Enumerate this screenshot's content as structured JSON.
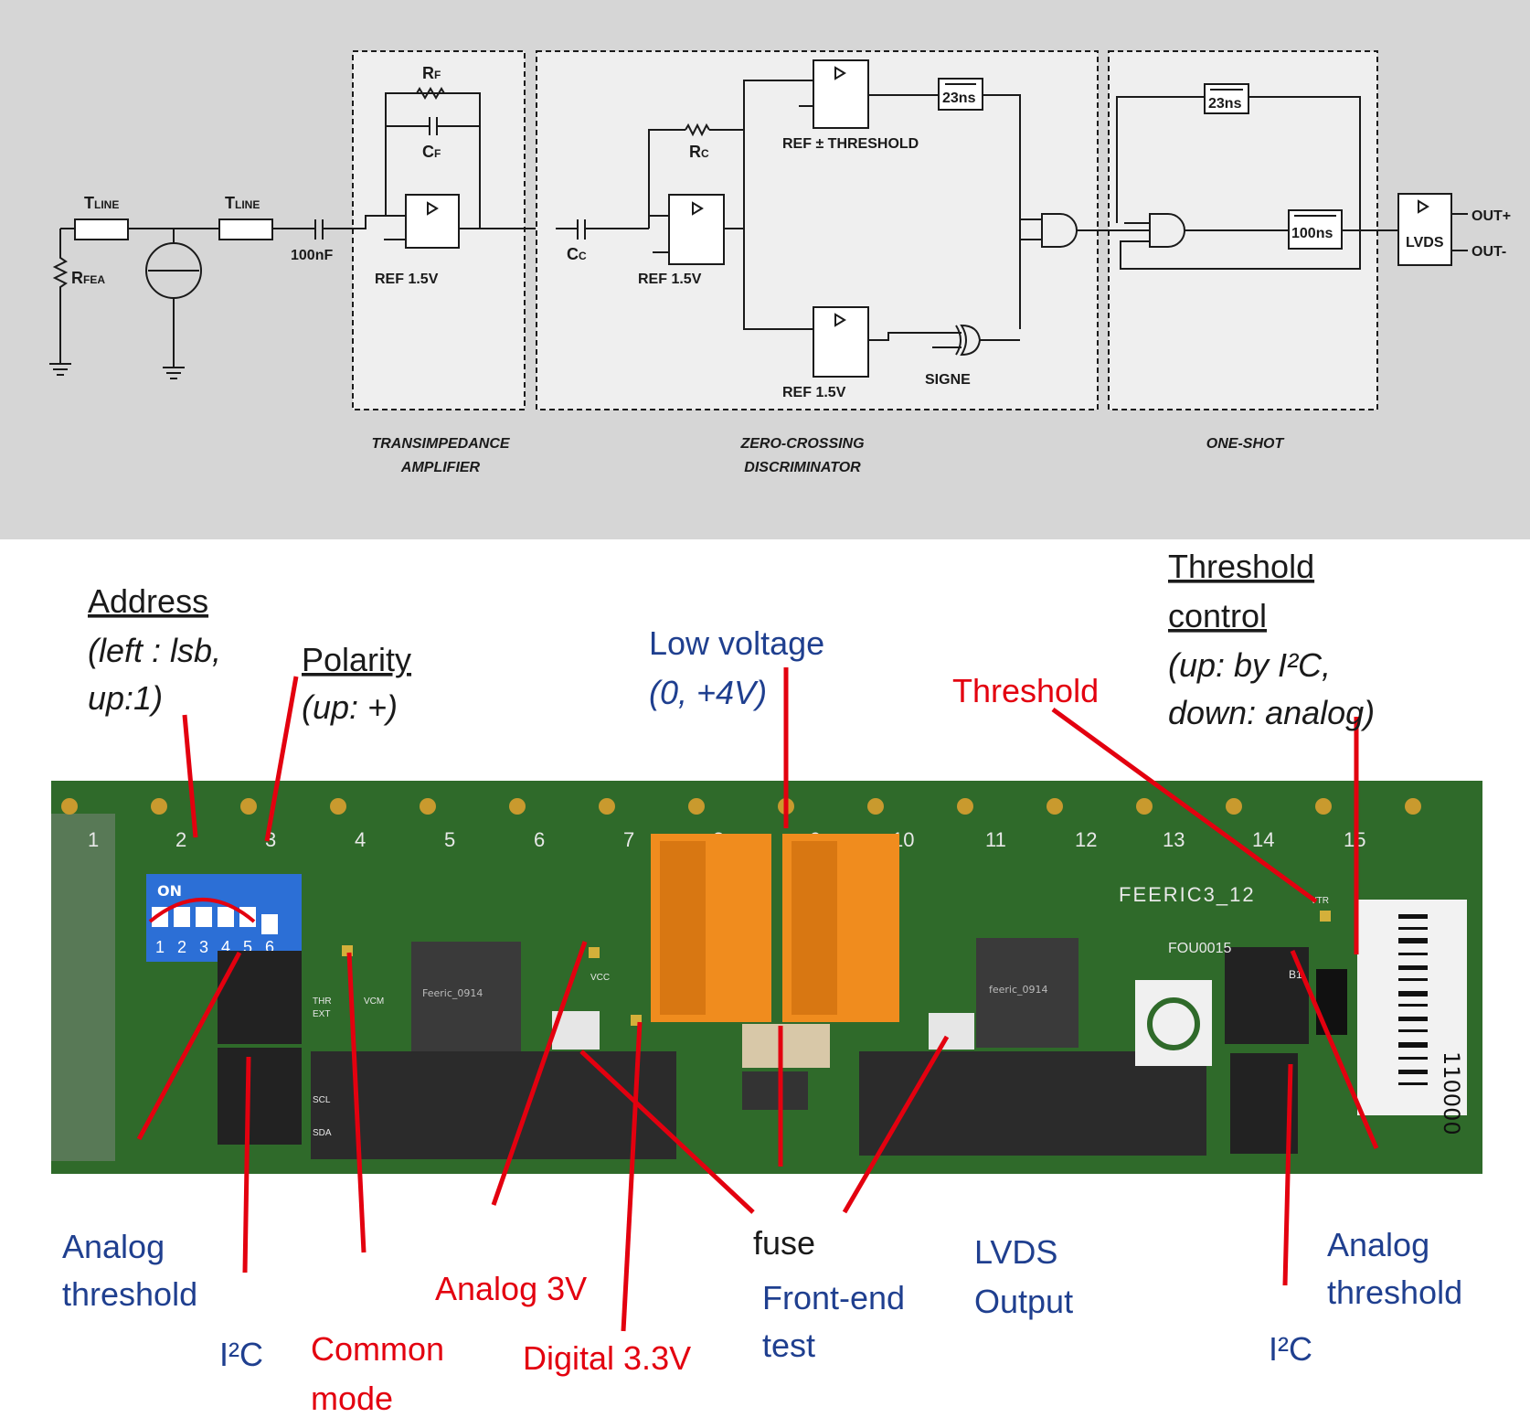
{
  "schematic": {
    "tline_left": "T",
    "tline_left_sub": "LINE",
    "tline_right": "T",
    "tline_right_sub": "LINE",
    "r_fea": "R",
    "r_fea_sub": "FEA",
    "cap_100nf": "100nF",
    "rf": "R",
    "rf_sub": "F",
    "cf": "C",
    "cf_sub": "F",
    "tia_ref": "REF 1.5V",
    "cc": "C",
    "cc_sub": "C",
    "rc": "R",
    "rc_sub": "C",
    "zc_ref": "REF 1.5V",
    "thr_ref": "REF ± THRESHOLD",
    "delay_top": "23ns",
    "lower_ref": "REF 1.5V",
    "signe": "SIGNE",
    "os_delay": "23ns",
    "os_pulse": "100ns",
    "lvds": "LVDS",
    "out_plus": "OUT+",
    "out_minus": "OUT-",
    "block_tia_1": "TRANSIMPEDANCE",
    "block_tia_2": "AMPLIFIER",
    "block_zc_1": "ZERO-CROSSING",
    "block_zc_2": "DISCRIMINATOR",
    "block_os": "ONE-SHOT"
  },
  "board": {
    "channels": [
      "1",
      "2",
      "3",
      "4",
      "5",
      "6",
      "7",
      "8",
      "9",
      "10",
      "11",
      "12",
      "13",
      "14",
      "15"
    ],
    "dip_on": "ON",
    "dip_numbers": [
      "1",
      "2",
      "3",
      "4",
      "5",
      "6"
    ],
    "chip_name": "FEERIC3_12",
    "chip_left_text": "Feeric_0914",
    "chip_right_text": "feeric_0914",
    "serial": "FOU0015",
    "barcode": "110000",
    "silk_thr": "THR",
    "silk_ext": "EXT",
    "silk_vcm": "VCM",
    "silk_scl": "SCL",
    "silk_sda": "SDA",
    "silk_vcc": "VCC",
    "silk_vtr": "VTR",
    "silk_b1": "B1"
  },
  "annotations": {
    "address_title": "Address",
    "address_l1": "(left : lsb,",
    "address_l2": "up:1)",
    "polarity_title": "Polarity",
    "polarity_l1": "(up: +)",
    "low_voltage_title": "Low voltage",
    "low_voltage_l1": "(0, +4V)",
    "threshold": "Threshold",
    "thr_ctrl_title_1": "Threshold",
    "thr_ctrl_title_2": "control",
    "thr_ctrl_l1": "(up: by I²C,",
    "thr_ctrl_l2": "down: analog)",
    "analog_threshold_left_1": "Analog",
    "analog_threshold_left_2": "threshold",
    "i2c_left": "I²C",
    "common_mode_1": "Common",
    "common_mode_2": "mode",
    "analog_3v": "Analog 3V",
    "digital_33v": "Digital 3.3V",
    "fuse": "fuse",
    "frontend_test_1": "Front-end",
    "frontend_test_2": "test",
    "lvds_output_1": "LVDS",
    "lvds_output_2": "Output",
    "i2c_right": "I²C",
    "analog_threshold_right_1": "Analog",
    "analog_threshold_right_2": "threshold"
  },
  "colors": {
    "annotation_blue": "#1f3f8f",
    "annotation_red": "#e3000f",
    "pcb_green": "#2f6a2a",
    "connector_orange": "#f08c1e",
    "dip_blue": "#2c6fd6"
  }
}
